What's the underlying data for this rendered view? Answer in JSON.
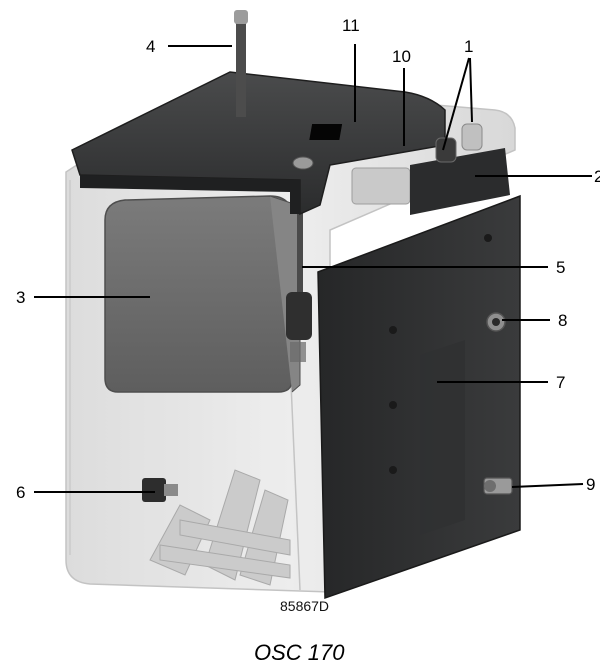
{
  "diagram": {
    "callouts": [
      {
        "id": "1",
        "label": "1"
      },
      {
        "id": "2",
        "label": "2"
      },
      {
        "id": "3",
        "label": "3"
      },
      {
        "id": "4",
        "label": "4"
      },
      {
        "id": "5",
        "label": "5"
      },
      {
        "id": "6",
        "label": "6"
      },
      {
        "id": "7",
        "label": "7"
      },
      {
        "id": "8",
        "label": "8"
      },
      {
        "id": "9",
        "label": "9"
      },
      {
        "id": "10",
        "label": "10"
      },
      {
        "id": "11",
        "label": "11"
      }
    ],
    "reference_code": "85867D",
    "caption": "OSC 170",
    "colors": {
      "lid": "#3a3b3c",
      "panel": "#2e2f30",
      "housing": "#e2e2e2",
      "inner_tank": "#6f6f6f"
    }
  }
}
